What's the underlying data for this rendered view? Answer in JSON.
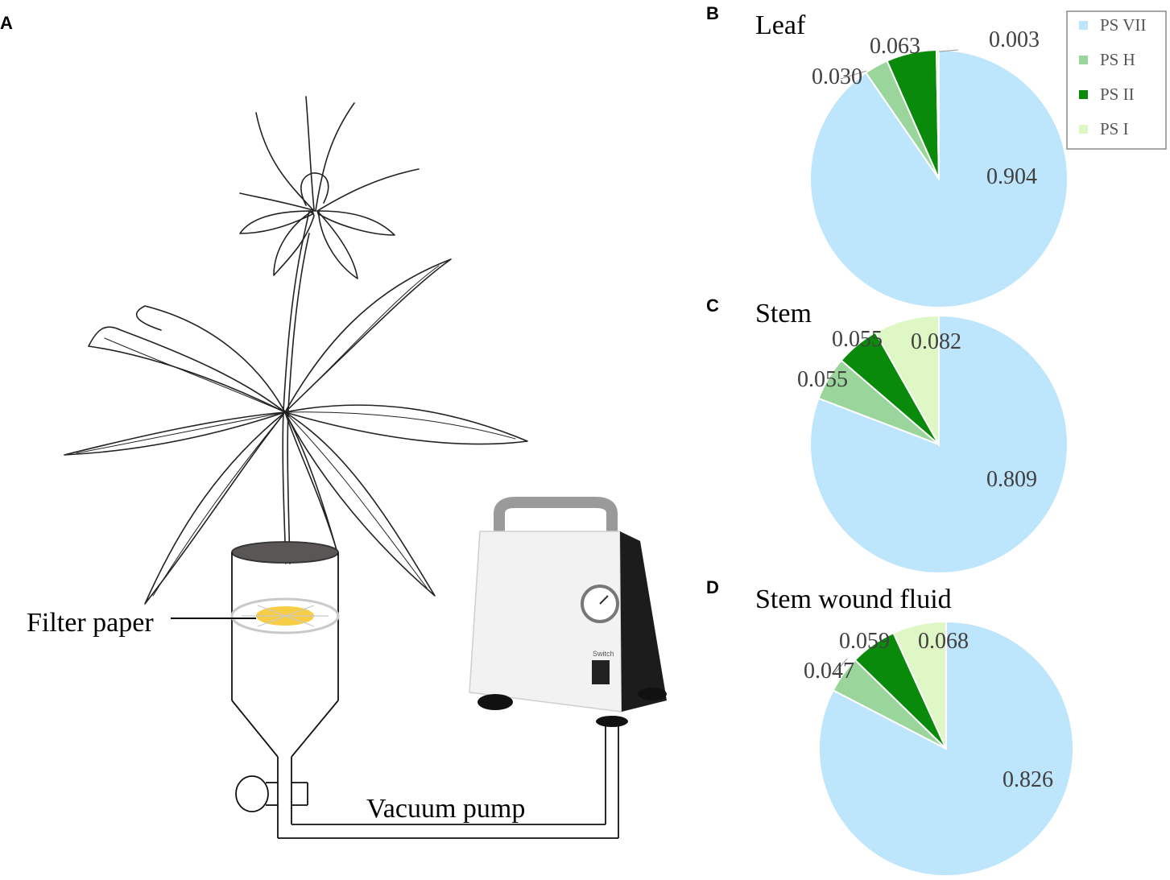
{
  "panels": {
    "a": "A",
    "b": "B",
    "c": "C",
    "d": "D"
  },
  "illustration": {
    "filter_label": "Filter paper",
    "pump_label": "Vacuum pump",
    "switch_text": "Switch"
  },
  "colors": {
    "PS VII": "#bde5fb",
    "PS H": "#9ad59b",
    "PS II": "#0a8a0a",
    "PS I": "#dff7c4",
    "label_text": "#404040"
  },
  "legend": [
    "PS VII",
    "PS H",
    "PS II",
    "PS I"
  ],
  "chart_data": [
    {
      "type": "pie",
      "title": "Leaf",
      "categories": [
        "PS VII",
        "PS H",
        "PS II",
        "PS I"
      ],
      "values": [
        0.904,
        0.03,
        0.063,
        0.003
      ],
      "labels": [
        "0.904",
        "0.030",
        "0.063",
        "0.003"
      ],
      "legend_position": "top-right"
    },
    {
      "type": "pie",
      "title": "Stem",
      "categories": [
        "PS VII",
        "PS H",
        "PS II",
        "PS I"
      ],
      "values": [
        0.809,
        0.055,
        0.055,
        0.082
      ],
      "labels": [
        "0.809",
        "0.055",
        "0.055",
        "0.082"
      ]
    },
    {
      "type": "pie",
      "title": "Stem wound fluid",
      "categories": [
        "PS VII",
        "PS H",
        "PS II",
        "PS I"
      ],
      "values": [
        0.826,
        0.047,
        0.059,
        0.068
      ],
      "labels": [
        "0.826",
        "0.047",
        "0.059",
        "0.068"
      ]
    }
  ]
}
